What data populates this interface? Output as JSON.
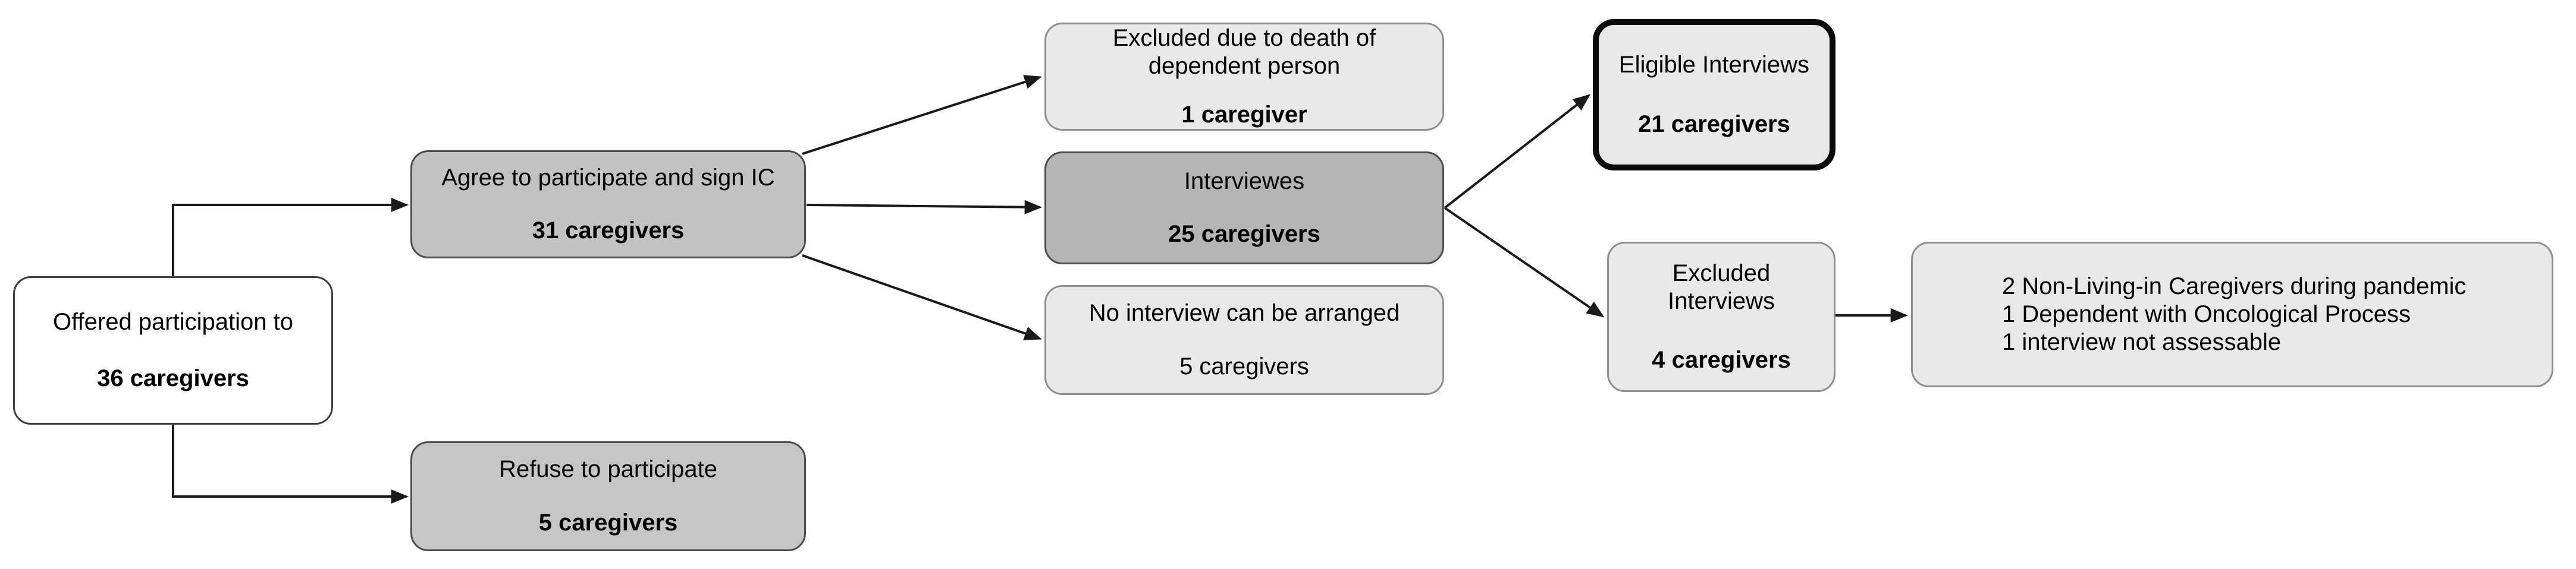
{
  "diagram_type": "participant-flow-chart",
  "colors": {
    "background": "#ffffff",
    "white_node_fill": "#ffffff",
    "gray_node_fill": "#c2c2c2",
    "dark_gray_node_fill": "#b5b5b5",
    "light_node_fill": "#e9e9e9",
    "dark_border": "#4d4d4d",
    "light_border": "#8f8f8f",
    "emphasis_border": "#0a0a0a",
    "connector": "#1a1a1a",
    "text": "#000000"
  },
  "nodes": {
    "offered": {
      "title": "Offered participation to",
      "count": "36 caregivers"
    },
    "agree": {
      "title": "Agree to participate and sign IC",
      "count": "31 caregivers"
    },
    "refuse": {
      "title": "Refuse to participate",
      "count": "5 caregivers"
    },
    "excluded_death": {
      "title": "Excluded due to death of dependent person",
      "count": "1 caregiver"
    },
    "interviewes": {
      "title": "Interviewes",
      "count": "25 caregivers"
    },
    "no_interview": {
      "title": "No interview can be arranged",
      "count": "5 caregivers"
    },
    "eligible": {
      "title": "Eligible Interviews",
      "count": "21 caregivers"
    },
    "excluded_interviews": {
      "title": "Excluded Interviews",
      "count": "4 caregivers"
    },
    "reasons": {
      "lines": [
        "2 Non-Living-in Caregivers during pandemic",
        "1 Dependent with Oncological Process",
        "1 interview not assessable"
      ]
    }
  },
  "edges": [
    {
      "from": "offered",
      "to": "agree"
    },
    {
      "from": "offered",
      "to": "refuse"
    },
    {
      "from": "agree",
      "to": "excluded_death"
    },
    {
      "from": "agree",
      "to": "interviewes"
    },
    {
      "from": "agree",
      "to": "no_interview"
    },
    {
      "from": "interviewes",
      "to": "eligible"
    },
    {
      "from": "interviewes",
      "to": "excluded_interviews"
    },
    {
      "from": "excluded_interviews",
      "to": "reasons"
    }
  ]
}
